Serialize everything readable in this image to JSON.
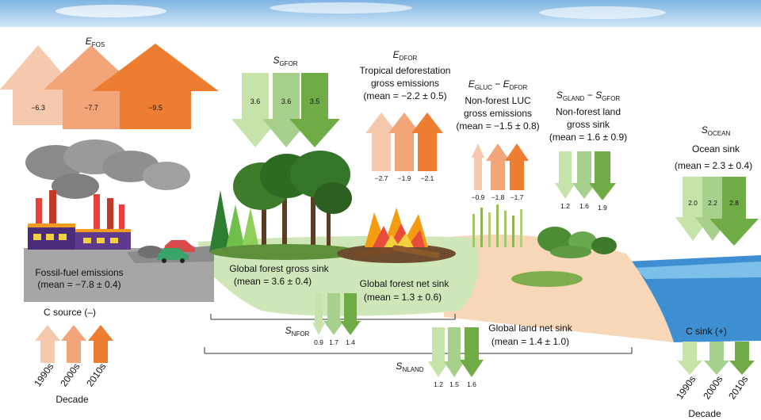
{
  "colors": {
    "source_1990s": "#f6c9ae",
    "source_2000s": "#f2a578",
    "source_2010s": "#ed7d31",
    "sink_1990s": "#c8e3a9",
    "sink_2000s": "#a8d08d",
    "sink_2010s": "#6fac46",
    "sky": "#9fcbeb",
    "ocean": "#3d8fd1",
    "land_green": "#cfe6b8",
    "land_sand": "#f7d7b7",
    "ground_gray": "#a6a6a6"
  },
  "efos": {
    "symbol_main": "E",
    "symbol_sub": "FOS",
    "values": [
      "−6.3",
      "−7.7",
      "−9.5"
    ],
    "caption": "Fossil-fuel emissions",
    "mean": "(mean = −7.8 ± 0.4)"
  },
  "sgfor": {
    "symbol_main": "S",
    "symbol_sub": "GFOR",
    "values": [
      "3.6",
      "3.6",
      "3.5"
    ],
    "caption": "Global forest gross sink",
    "mean": "(mean = 3.6 ± 0.4)"
  },
  "edfor": {
    "symbol_main": "E",
    "symbol_sub": "DFOR",
    "caption_line1": "Tropical deforestation",
    "caption_line2": "gross emissions",
    "mean": "(mean = −2.2 ± 0.5)",
    "values": [
      "−2.7",
      "−1.9",
      "−2.1"
    ]
  },
  "egluc": {
    "part1_main": "E",
    "part1_sub": "GLUC",
    "sep": " − ",
    "part2_main": "E",
    "part2_sub": "DFOR",
    "caption_line1": "Non-forest LUC",
    "caption_line2": "gross emissions",
    "mean": "(mean = −1.5 ± 0.8)",
    "values": [
      "−0.9",
      "−1.8",
      "−1.7"
    ]
  },
  "sgland": {
    "part1_main": "S",
    "part1_sub": "GLAND",
    "sep": " − ",
    "part2_main": "S",
    "part2_sub": "GFOR",
    "caption_line1": "Non-forest land",
    "caption_line2": "gross sink",
    "mean": "(mean = 1.6 ± 0.9)",
    "values": [
      "1.2",
      "1.6",
      "1.9"
    ]
  },
  "socean": {
    "symbol_main": "S",
    "symbol_sub": "OCEAN",
    "caption": "Ocean sink",
    "mean": "(mean = 2.3 ± 0.4)",
    "values": [
      "2.0",
      "2.2",
      "2.8"
    ]
  },
  "forest_net": {
    "caption": "Global forest net sink",
    "mean": "(mean = 1.3 ± 0.6)"
  },
  "snfor": {
    "symbol_main": "S",
    "symbol_sub": "NFOR",
    "values": [
      "0.9",
      "1.7",
      "1.4"
    ]
  },
  "land_net": {
    "caption": "Global land net sink",
    "mean": "(mean = 1.4 ± 1.0)"
  },
  "snland": {
    "symbol_main": "S",
    "symbol_sub": "NLAND",
    "values": [
      "1.2",
      "1.5",
      "1.6"
    ]
  },
  "legend_source": {
    "title": "C source (–)",
    "decades": [
      "1990s",
      "2000s",
      "2010s"
    ],
    "axis_label": "Decade"
  },
  "legend_sink": {
    "title": "C sink (+)",
    "decades": [
      "1990s",
      "2000s",
      "2010s"
    ],
    "axis_label": "Decade"
  }
}
